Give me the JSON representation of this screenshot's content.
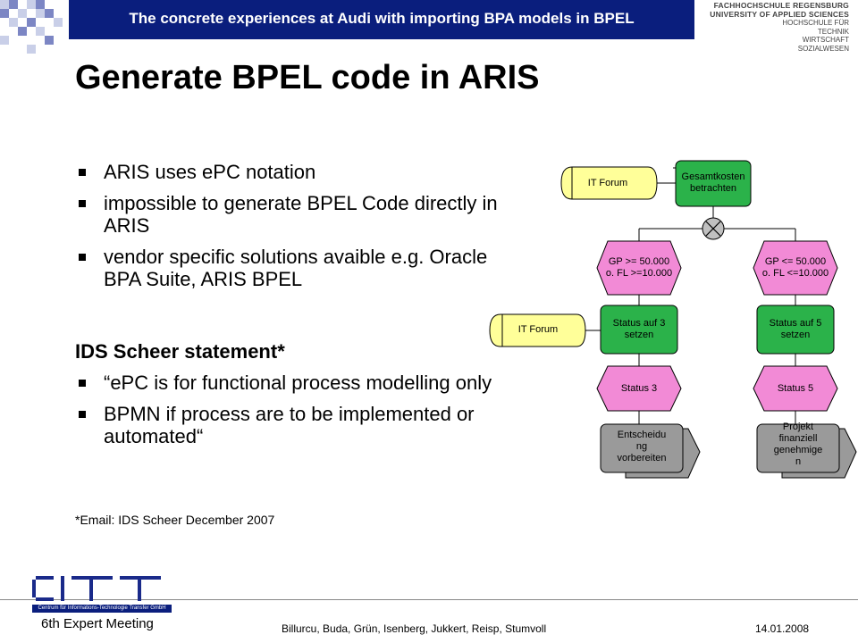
{
  "header": {
    "title": "The concrete experiences at Audi with importing BPA models in BPEL",
    "university": [
      "FACHHOCHSCHULE REGENSBURG",
      "UNIVERSITY OF APPLIED SCIENCES",
      "HOCHSCHULE FÜR",
      "TECHNIK",
      "WIRTSCHAFT",
      "SOZIALWESEN"
    ]
  },
  "slide": {
    "title": "Generate BPEL code in ARIS",
    "bullets": [
      "ARIS uses ePC notation",
      "impossible to generate BPEL Code directly in ARIS",
      "vendor specific solutions avaible e.g. Oracle BPA Suite, ARIS BPEL"
    ],
    "subhead": "IDS Scheer statement*",
    "bullets2": [
      "“ePC is for functional process modelling only",
      "BPMN if process are to be implemented or automated“"
    ],
    "footnote": "*Email: IDS Scheer December 2007"
  },
  "diagram": {
    "it_forum_1": "IT Forum",
    "function_top": [
      "Gesamtkosten",
      "betrachten"
    ],
    "event_left": [
      "GP >= 50.000",
      "o. FL >=10.000"
    ],
    "event_right": [
      "GP <= 50.000",
      "o. FL <=10.000"
    ],
    "it_forum_2": "IT Forum",
    "function_left": [
      "Status auf 3",
      "setzen"
    ],
    "function_right": [
      "Status auf 5",
      "setzen"
    ],
    "status_left": "Status 3",
    "status_right": "Status 5",
    "process_left": [
      "Entscheidu",
      "ng",
      "vorbereiten"
    ],
    "process_right": [
      "Projekt",
      "finanziell",
      "genehmige",
      "n"
    ]
  },
  "footer": {
    "logo_caption": "Centrum für Informations-Technologie Transfer GmbH",
    "meeting": "6th Expert Meeting",
    "authors": "Billurcu, Buda, Grün, Isenberg, Jukkert, Reisp, Stumvoll",
    "date": "14.01.2008"
  },
  "colors": {
    "header_blue": "#0a1e7d",
    "function_green": "#2bb24a",
    "event_pink": "#f28ad6",
    "orgunit_yellow": "#ffff99",
    "process_gray": "#9a9a9a"
  }
}
